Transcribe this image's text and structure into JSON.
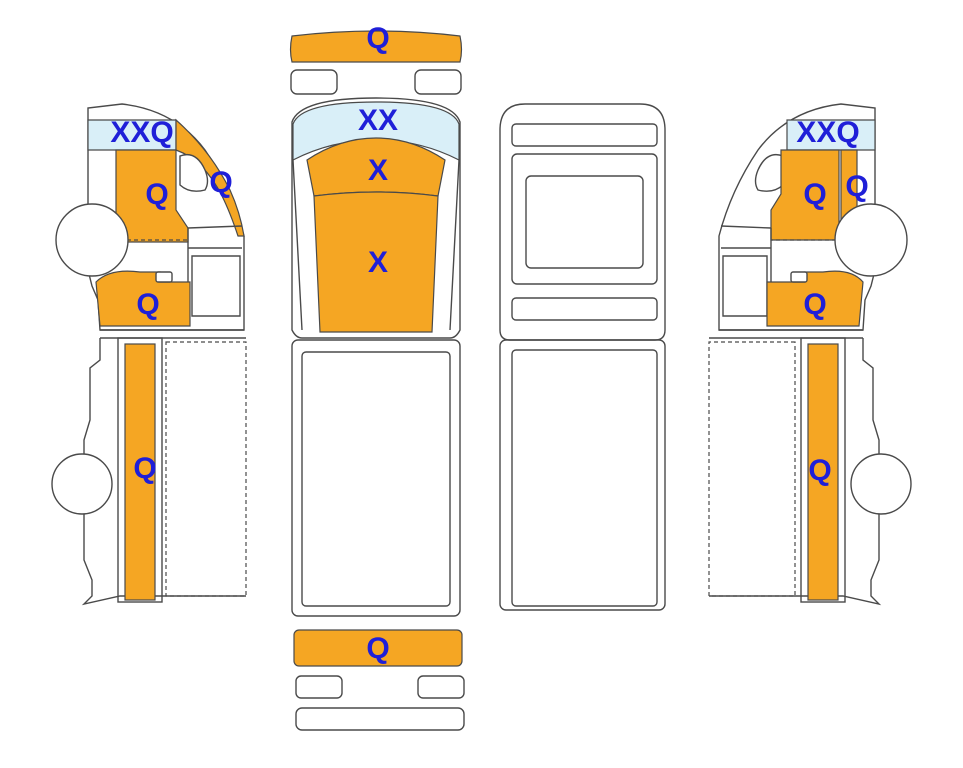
{
  "colors": {
    "panel": "#F5A623",
    "glass": "#D9EFF8",
    "label": "#1F1FD8",
    "outline": "#4A4A4A"
  },
  "labels": {
    "top_bumper": "Q",
    "windshield": "XX",
    "hood_front": "X",
    "hood_rear": "X",
    "bottom_bumper": "Q",
    "left_windshield": "XXQ",
    "left_pillar": "Q",
    "left_door": "Q",
    "left_rocker": "Q",
    "left_bed_side": "Q",
    "right_windshield": "XXQ",
    "right_door": "Q",
    "right_pillar": "Q",
    "right_rocker": "Q",
    "right_bed_side": "Q"
  }
}
